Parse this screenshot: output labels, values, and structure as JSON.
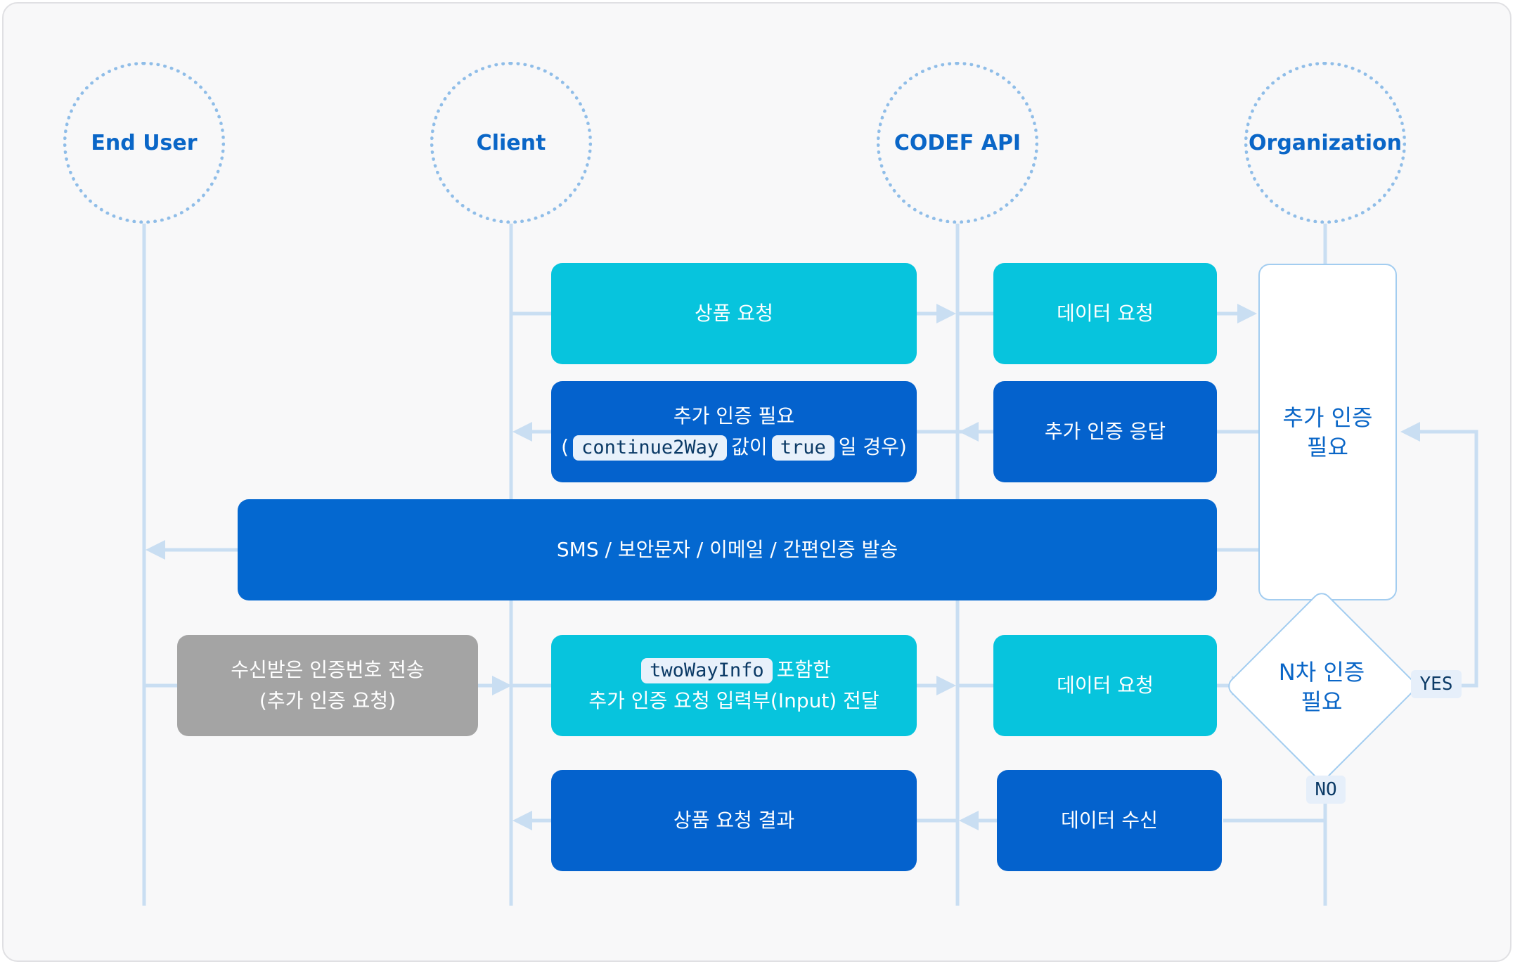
{
  "actors": {
    "end_user": "End User",
    "client": "Client",
    "codef_api": "CODEF API",
    "organization": "Organization"
  },
  "steps": {
    "product_request": "상품 요청",
    "data_request_1": "데이터 요청",
    "additional_auth_needed_line1": "추가 인증 필요",
    "additional_auth_needed_open": "(",
    "additional_auth_needed_code1": "continue2Way",
    "additional_auth_needed_mid": "값이",
    "additional_auth_needed_code2": "true",
    "additional_auth_needed_end": "일 경우)",
    "additional_auth_response": "추가 인증 응답",
    "org_additional_auth_line1": "추가 인증",
    "org_additional_auth_line2": "필요",
    "send_auth": "SMS / 보안문자 / 이메일 / 간편인증 발송",
    "send_code_line1": "수신받은 인증번호 전송",
    "send_code_line2": "(추가 인증 요청)",
    "twoway_code": "twoWayInfo",
    "twoway_line1_suffix": "포함한",
    "twoway_line2": "추가 인증 요청 입력부(Input) 전달",
    "data_request_2": "데이터 요청",
    "n_auth_line1": "N차 인증",
    "n_auth_line2": "필요",
    "yes_label": "YES",
    "no_label": "NO",
    "product_result": "상품 요청 결과",
    "data_receive": "데이터 수신"
  },
  "colors": {
    "cyan": "#07c4dd",
    "dark_blue": "#0462cd",
    "gray": "#a4a4a4",
    "line": "#c9def2",
    "actor_text": "#0a66c7"
  }
}
